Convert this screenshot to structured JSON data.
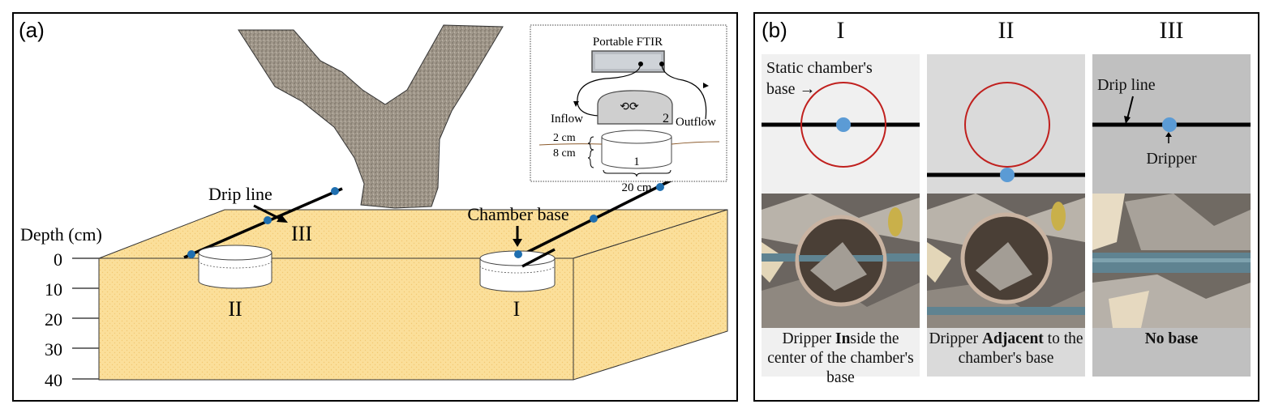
{
  "panel_a": {
    "label": "(a)",
    "depth_axis": {
      "title": "Depth (cm)",
      "ticks": [
        "0",
        "10",
        "20",
        "30",
        "40"
      ]
    },
    "labels": {
      "drip_line": "Drip line",
      "chamber_base": "Chamber base",
      "treatment_I": "I",
      "treatment_II": "II",
      "treatment_III": "III"
    },
    "inset": {
      "device": "Portable FTIR",
      "inflow": "Inflow",
      "outflow": "Outflow",
      "chamber_lid_number": "2",
      "chamber_base_number": "1",
      "above_ground_height": "2 cm",
      "below_ground_depth": "8 cm",
      "diameter": "20 cm"
    },
    "colors": {
      "soil": "#fbdf9a",
      "trunk": "#a0978a",
      "dripper": "#1f6fb0",
      "inset_device": "#b9bdc3",
      "chamber_lid": "#cfcfcf"
    }
  },
  "panel_b": {
    "label": "(b)",
    "columns": [
      {
        "title": "I",
        "annotation": "Static chamber's",
        "annotation2": "base",
        "caption_pre": "Dripper ",
        "caption_bold": "In",
        "caption_post": "side the center of the chamber's base",
        "bg": "#f0f0f0"
      },
      {
        "title": "II",
        "caption_pre": "Dripper ",
        "caption_bold": "Adjacent",
        "caption_post": " to the chamber's base",
        "bg": "#dadada"
      },
      {
        "title": "III",
        "annotation": "Drip line",
        "annotation2": "Dripper",
        "caption_pre": "",
        "caption_bold": "No base",
        "caption_post": "",
        "bg": "#c0c0c0"
      }
    ],
    "colors": {
      "chamber_ring": "#c0201e",
      "dripper": "#5b9bd5",
      "drip_line": "#000000"
    }
  }
}
